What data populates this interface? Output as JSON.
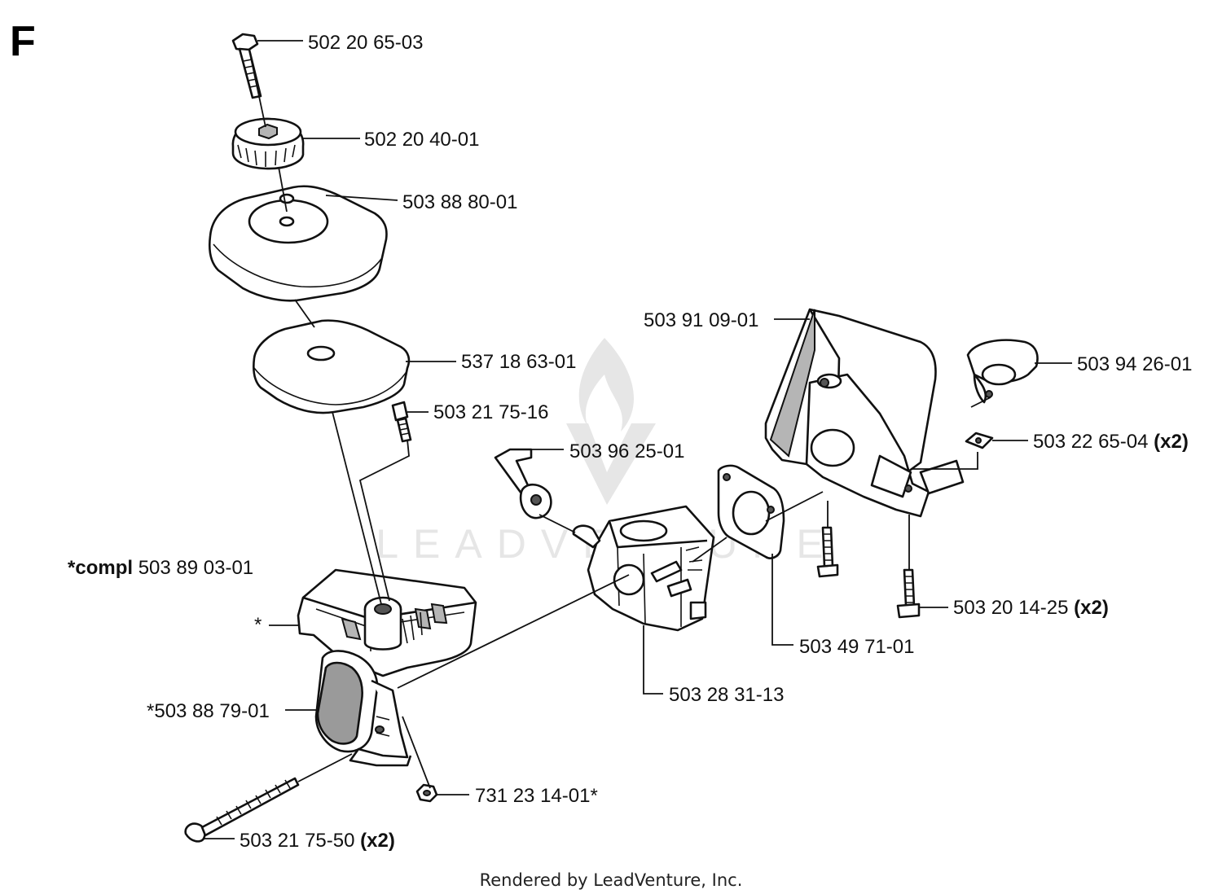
{
  "sheet_letter": "F",
  "watermark": "LEADVENTURE",
  "footer": "Rendered by LeadVenture, Inc.",
  "labels": {
    "l1": {
      "text": "502 20 65-03",
      "suffix": ""
    },
    "l2": {
      "text": "502 20 40-01",
      "suffix": ""
    },
    "l3": {
      "text": "503 88 80-01",
      "suffix": ""
    },
    "l4": {
      "text": "537 18 63-01",
      "suffix": ""
    },
    "l5": {
      "text": "503 21 75-16",
      "suffix": ""
    },
    "l6": {
      "text": "503 96 25-01",
      "suffix": ""
    },
    "l7": {
      "prefix": "*compl",
      "text": "503 89 03-01"
    },
    "l8": {
      "text": "*"
    },
    "l9": {
      "text": "*503 88 79-01"
    },
    "l10": {
      "text": "731 23 14-01*"
    },
    "l11": {
      "text": "503 21 75-50",
      "suffix": "(x2)"
    },
    "l12": {
      "text": "503 28 31-13"
    },
    "l13": {
      "text": "503 49 71-01"
    },
    "l14": {
      "text": "503 91 09-01"
    },
    "l15": {
      "text": "503 94 26-01"
    },
    "l16": {
      "text": "503 22 65-04",
      "suffix": "(x2)"
    },
    "l17": {
      "text": "503 20 14-25",
      "suffix": "(x2)"
    }
  }
}
